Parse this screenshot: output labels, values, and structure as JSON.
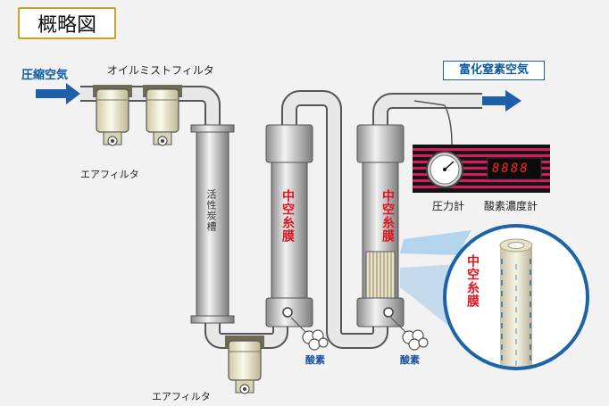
{
  "title": "概略図",
  "labels": {
    "compressed_air": "圧縮空気",
    "oil_mist_filter": "オイルミストフィルタ",
    "nitrogen_rich_air": "富化窒素空気",
    "air_filter_top": "エアフィルタ",
    "air_filter_bottom": "エアフィルタ",
    "activated_carbon_tank": "活性炭槽",
    "hollow_fiber_1": "中空糸膜",
    "hollow_fiber_2": "中空糸膜",
    "hollow_fiber_zoom": "中空糸膜",
    "pressure_gauge": "圧力計",
    "oxygen_meter": "酸素濃度計",
    "oxygen_1": "酸素",
    "oxygen_2": "酸素",
    "display_value": "8888"
  },
  "colors": {
    "arrow": "#1d5fa8",
    "pipe": "#9a9a9a",
    "filter_body": "#f3f0d8",
    "membrane_text": "#e2141e",
    "oxygen_text": "#1d4f9e",
    "meter_stripe": "#d81b60",
    "zoom_circle": "#1d63a8",
    "title_border": "#c9a227"
  }
}
